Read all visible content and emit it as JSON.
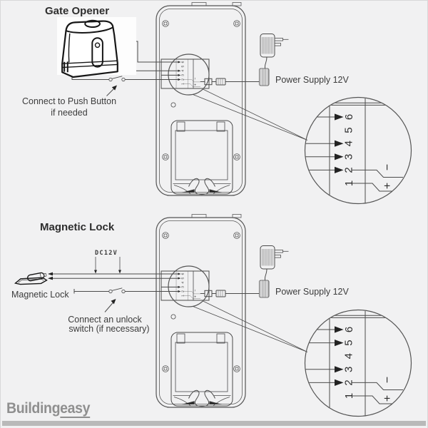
{
  "page": {
    "background": "#f1f1f2",
    "shadow_color": "#b9b9b9",
    "line_color": "#4b4b4b",
    "logo": {
      "prefix": "Building",
      "suffix": "easy",
      "color": "#8f8f8f"
    }
  },
  "gate_opener": {
    "title": "Gate Opener",
    "note_line1": "Connect to Push Button",
    "note_line2": "if needed",
    "power_label": "Power Supply 12V",
    "zoom_arrows": [
      2,
      3,
      4,
      6
    ]
  },
  "magnetic_lock": {
    "title": "Magnetic Lock",
    "dc_label": "DC12V",
    "device_label": "Magnetic Lock",
    "note_line1": "Connect an unlock",
    "note_line2": "switch (if necessary)",
    "power_label": "Power Supply 12V",
    "zoom_arrows": [
      2,
      3,
      5,
      6
    ]
  },
  "terminal_strip": {
    "numbers": [
      "1",
      "2",
      "3",
      "4",
      "5",
      "6"
    ],
    "plus": "+",
    "minus": "−"
  }
}
